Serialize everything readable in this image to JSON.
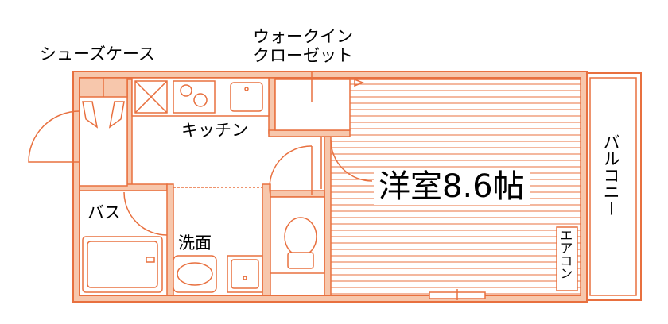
{
  "labels": {
    "shoe_case": "シューズケース",
    "walkin_line1": "ウォークイン",
    "walkin_line2": "クローゼット",
    "kitchen": "キッチン",
    "bath": "バス",
    "washroom": "洗面",
    "bedroom": "洋室8.6帖",
    "balcony": "バルコニー",
    "aircon": "エアコン"
  },
  "colors": {
    "wall": "#e8703f",
    "fill": "#f7c7ac",
    "line": "#e8703f",
    "background": "#ffffff"
  }
}
